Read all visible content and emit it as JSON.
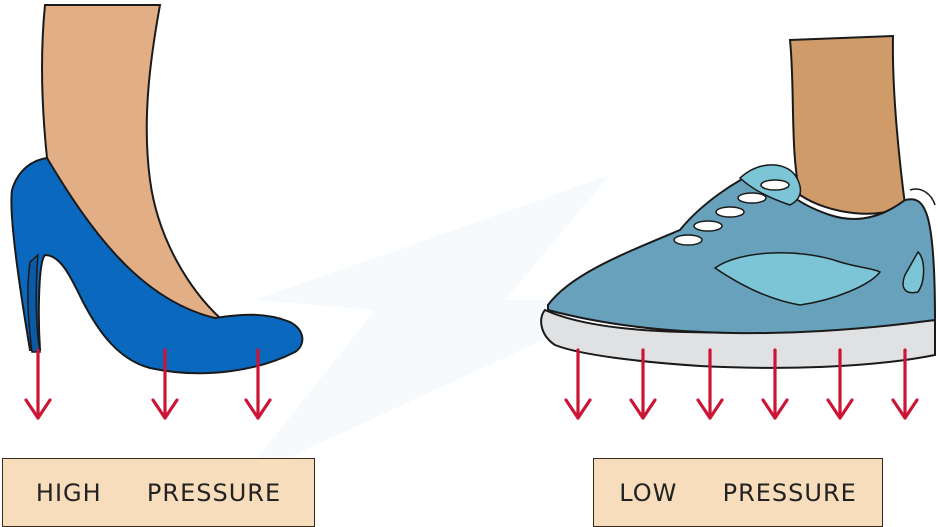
{
  "labels": {
    "high": "HIGH  PRESSURE",
    "low": "LOW  PRESSURE"
  },
  "colors": {
    "skin_light": "#e2ae85",
    "skin_dark": "#cf9b69",
    "heel_shoe": "#0a68be",
    "sneaker_body": "#67a1bb",
    "sneaker_light": "#7cc5d7",
    "sneaker_sole": "#dfe1e3",
    "arrow": "#cc1436",
    "label_bg": "#f8ddbd",
    "watermark": "#eef6fb"
  },
  "arrows": {
    "high_heel_count": 3,
    "sneaker_count": 6
  }
}
